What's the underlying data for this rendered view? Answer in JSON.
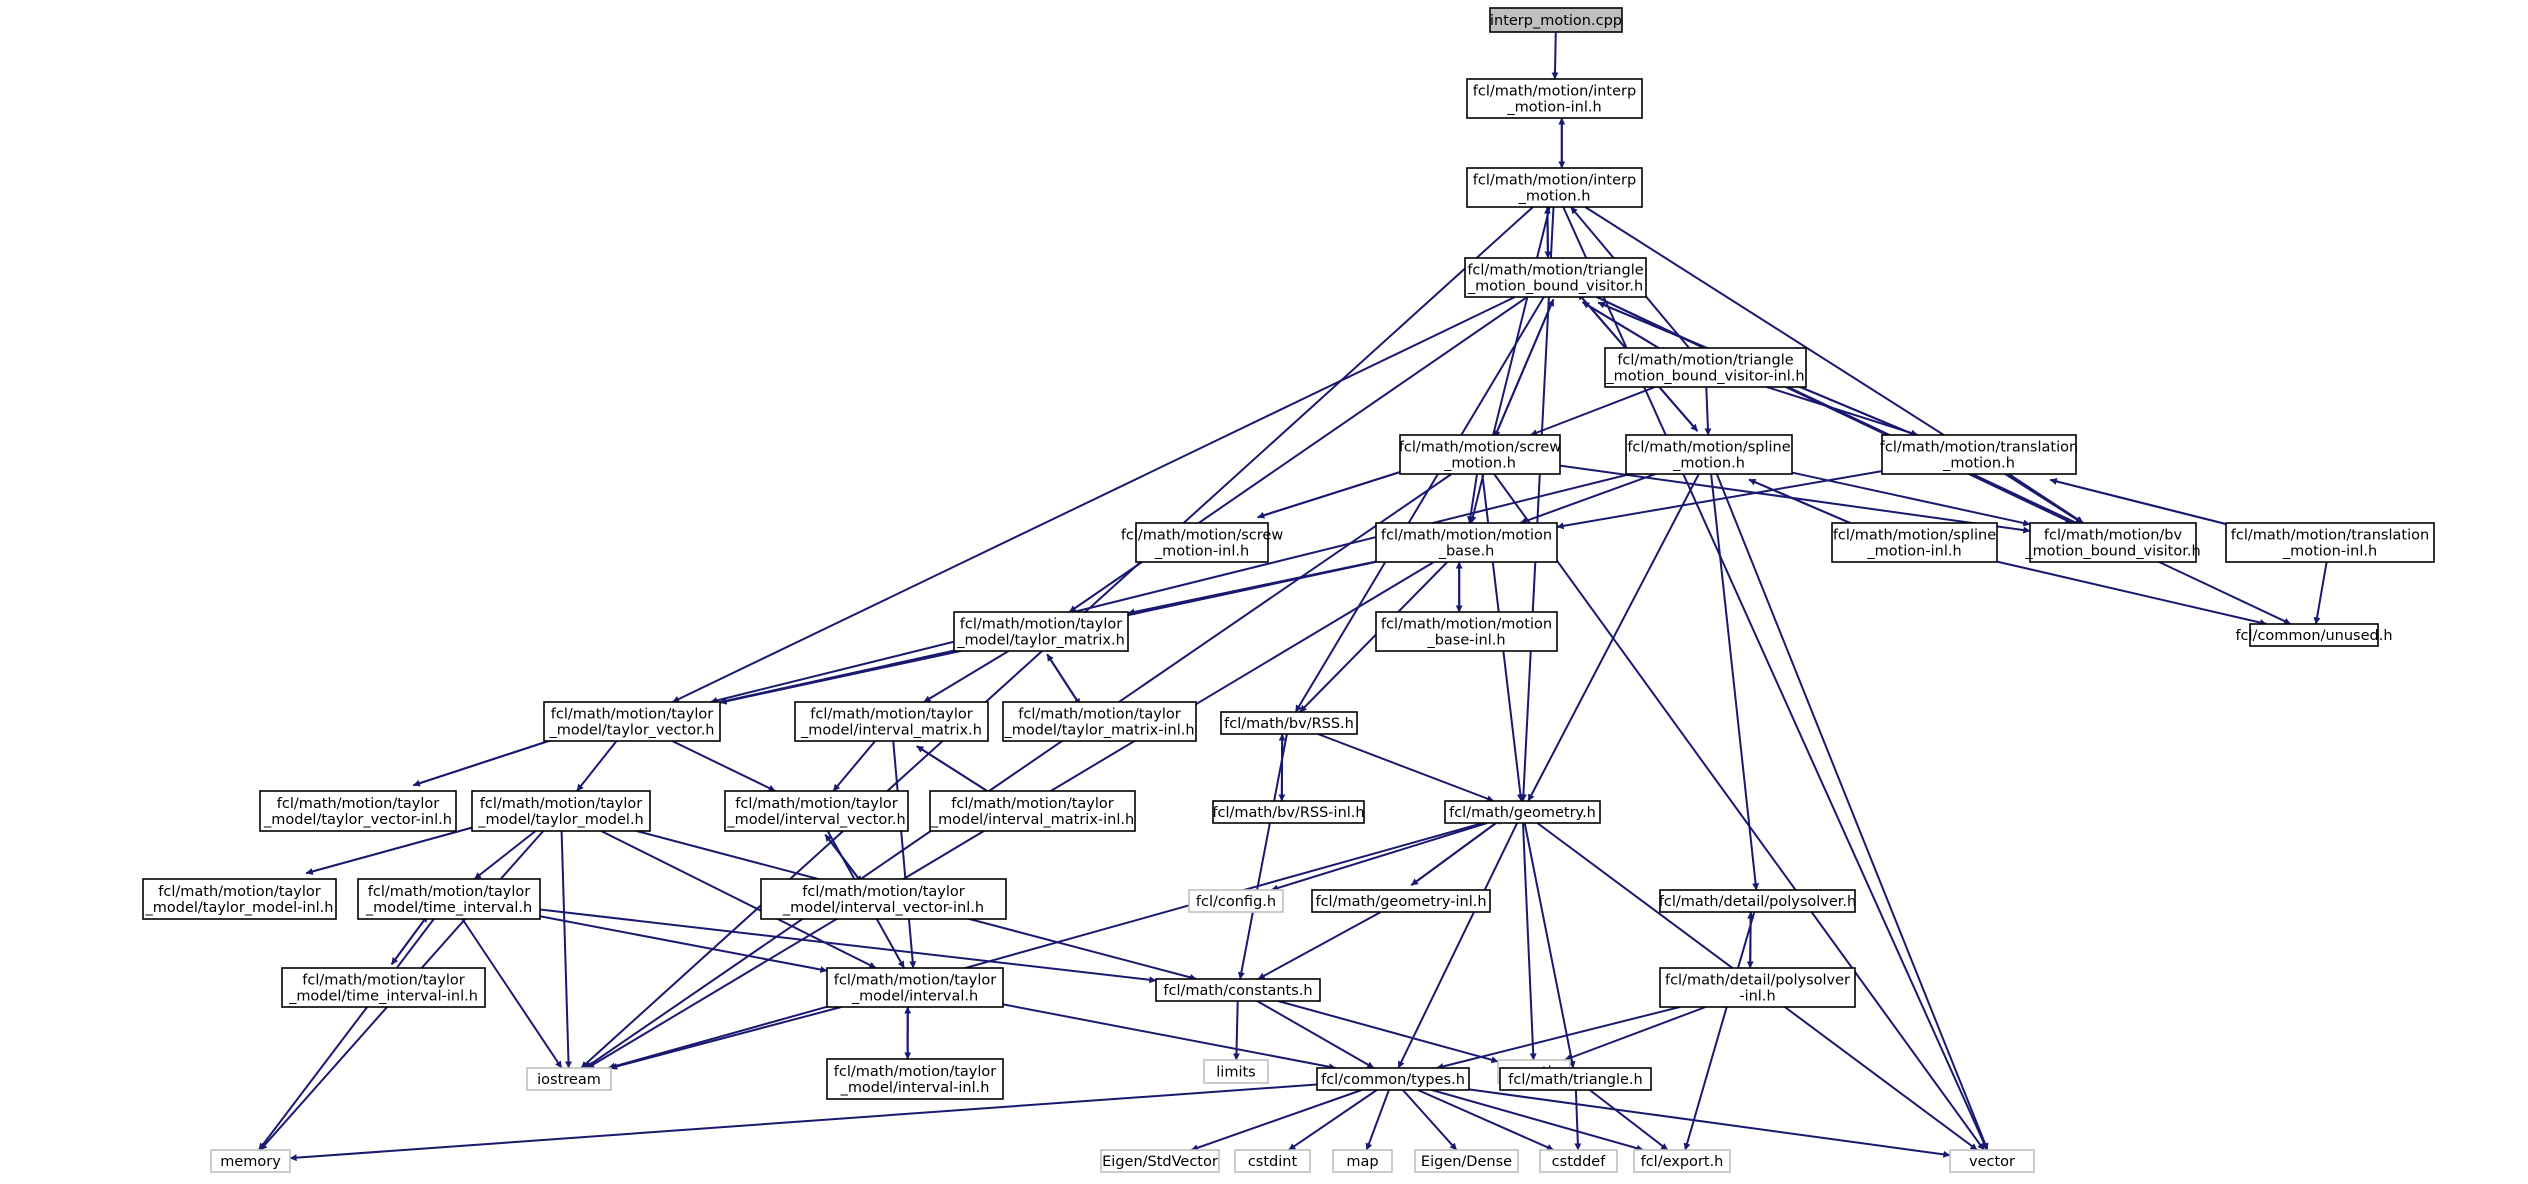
{
  "graph": {
    "colors": {
      "edge": "#191970",
      "root_fill": "#bfbfbf",
      "node_border": "#000000",
      "external_border": "#bfbfbf"
    },
    "nodes": [
      {
        "id": "root",
        "lines": [
          "interp_motion.cpp"
        ],
        "kind": "root"
      },
      {
        "id": "interp_inl",
        "lines": [
          "fcl/math/motion/interp",
          "_motion-inl.h"
        ]
      },
      {
        "id": "interp_h",
        "lines": [
          "fcl/math/motion/interp",
          "_motion.h"
        ]
      },
      {
        "id": "tmbv_h",
        "lines": [
          "fcl/math/motion/triangle",
          "_motion_bound_visitor.h"
        ]
      },
      {
        "id": "tmbv_inl",
        "lines": [
          "fcl/math/motion/triangle",
          "_motion_bound_visitor-inl.h"
        ]
      },
      {
        "id": "screw_h",
        "lines": [
          "fcl/math/motion/screw",
          "_motion.h"
        ]
      },
      {
        "id": "spline_h",
        "lines": [
          "fcl/math/motion/spline",
          "_motion.h"
        ]
      },
      {
        "id": "trans_h",
        "lines": [
          "fcl/math/motion/translation",
          "_motion.h"
        ]
      },
      {
        "id": "screw_inl",
        "lines": [
          "fcl/math/motion/screw",
          "_motion-inl.h"
        ]
      },
      {
        "id": "mbase_h",
        "lines": [
          "fcl/math/motion/motion",
          "_base.h"
        ]
      },
      {
        "id": "spline_inl",
        "lines": [
          "fcl/math/motion/spline",
          "_motion-inl.h"
        ]
      },
      {
        "id": "bvvis_h",
        "lines": [
          "fcl/math/motion/bv",
          "_motion_bound_visitor.h"
        ]
      },
      {
        "id": "trans_inl",
        "lines": [
          "fcl/math/motion/translation",
          "_motion-inl.h"
        ]
      },
      {
        "id": "mbase_inl",
        "lines": [
          "fcl/math/motion/motion",
          "_base-inl.h"
        ]
      },
      {
        "id": "unused_h",
        "lines": [
          "fcl/common/unused.h"
        ]
      },
      {
        "id": "tmatrix_h",
        "lines": [
          "fcl/math/motion/taylor",
          "_model/taylor_matrix.h"
        ]
      },
      {
        "id": "tvector_h",
        "lines": [
          "fcl/math/motion/taylor",
          "_model/taylor_vector.h"
        ]
      },
      {
        "id": "imatrix_h",
        "lines": [
          "fcl/math/motion/taylor",
          "_model/interval_matrix.h"
        ]
      },
      {
        "id": "tmatrix_inl",
        "lines": [
          "fcl/math/motion/taylor",
          "_model/taylor_matrix-inl.h"
        ]
      },
      {
        "id": "rss_h",
        "lines": [
          "fcl/math/bv/RSS.h"
        ]
      },
      {
        "id": "tvector_inl",
        "lines": [
          "fcl/math/motion/taylor",
          "_model/taylor_vector-inl.h"
        ]
      },
      {
        "id": "tmodel_h",
        "lines": [
          "fcl/math/motion/taylor",
          "_model/taylor_model.h"
        ]
      },
      {
        "id": "ivector_h",
        "lines": [
          "fcl/math/motion/taylor",
          "_model/interval_vector.h"
        ]
      },
      {
        "id": "imatrix_inl",
        "lines": [
          "fcl/math/motion/taylor",
          "_model/interval_matrix-inl.h"
        ]
      },
      {
        "id": "rss_inl",
        "lines": [
          "fcl/math/bv/RSS-inl.h"
        ]
      },
      {
        "id": "geometry_h",
        "lines": [
          "fcl/math/geometry.h"
        ]
      },
      {
        "id": "tmodel_inl",
        "lines": [
          "fcl/math/motion/taylor",
          "_model/taylor_model-inl.h"
        ]
      },
      {
        "id": "tinterval_h",
        "lines": [
          "fcl/math/motion/taylor",
          "_model/time_interval.h"
        ]
      },
      {
        "id": "ivector_inl",
        "lines": [
          "fcl/math/motion/taylor",
          "_model/interval_vector-inl.h"
        ]
      },
      {
        "id": "config_h",
        "lines": [
          "fcl/config.h"
        ],
        "kind": "ext"
      },
      {
        "id": "geometry_inl",
        "lines": [
          "fcl/math/geometry-inl.h"
        ]
      },
      {
        "id": "polysolver_h",
        "lines": [
          "fcl/math/detail/polysolver.h"
        ]
      },
      {
        "id": "tinterval_inl",
        "lines": [
          "fcl/math/motion/taylor",
          "_model/time_interval-inl.h"
        ]
      },
      {
        "id": "interval_h",
        "lines": [
          "fcl/math/motion/taylor",
          "_model/interval.h"
        ]
      },
      {
        "id": "constants_h",
        "lines": [
          "fcl/math/constants.h"
        ]
      },
      {
        "id": "polysolver_inl",
        "lines": [
          "fcl/math/detail/polysolver",
          "-inl.h"
        ]
      },
      {
        "id": "iostream",
        "lines": [
          "iostream"
        ],
        "kind": "ext"
      },
      {
        "id": "limits",
        "lines": [
          "limits"
        ],
        "kind": "ext"
      },
      {
        "id": "cmath",
        "lines": [
          "cmath"
        ],
        "kind": "ext"
      },
      {
        "id": "interval_inl",
        "lines": [
          "fcl/math/motion/taylor",
          "_model/interval-inl.h"
        ]
      },
      {
        "id": "types_h",
        "lines": [
          "fcl/common/types.h"
        ]
      },
      {
        "id": "triangle_h",
        "lines": [
          "fcl/math/triangle.h"
        ]
      },
      {
        "id": "memory",
        "lines": [
          "memory"
        ],
        "kind": "ext"
      },
      {
        "id": "eigen_stdvector",
        "lines": [
          "Eigen/StdVector"
        ],
        "kind": "ext"
      },
      {
        "id": "cstdint",
        "lines": [
          "cstdint"
        ],
        "kind": "ext"
      },
      {
        "id": "map",
        "lines": [
          "map"
        ],
        "kind": "ext"
      },
      {
        "id": "eigen_dense",
        "lines": [
          "Eigen/Dense"
        ],
        "kind": "ext"
      },
      {
        "id": "cstddef",
        "lines": [
          "cstddef"
        ],
        "kind": "ext"
      },
      {
        "id": "export_h",
        "lines": [
          "fcl/export.h"
        ],
        "kind": "ext"
      },
      {
        "id": "vector",
        "lines": [
          "vector"
        ],
        "kind": "ext"
      }
    ],
    "edges": [
      [
        "root",
        "interp_inl"
      ],
      [
        "interp_inl",
        "interp_h"
      ],
      [
        "interp_h",
        "interp_inl"
      ],
      [
        "interp_h",
        "tmbv_h"
      ],
      [
        "tmbv_h",
        "interp_h"
      ],
      [
        "interp_h",
        "iostream"
      ],
      [
        "interp_h",
        "vector"
      ],
      [
        "interp_h",
        "geometry_h"
      ],
      [
        "interp_h",
        "mbase_h"
      ],
      [
        "interp_h",
        "bvvis_h"
      ],
      [
        "tmbv_h",
        "tmbv_inl"
      ],
      [
        "tmbv_inl",
        "tmbv_h"
      ],
      [
        "tmbv_h",
        "screw_h"
      ],
      [
        "screw_h",
        "tmbv_h"
      ],
      [
        "tmbv_h",
        "spline_h"
      ],
      [
        "spline_h",
        "tmbv_h"
      ],
      [
        "tmbv_h",
        "trans_h"
      ],
      [
        "trans_h",
        "tmbv_h"
      ],
      [
        "tmbv_h",
        "bvvis_h"
      ],
      [
        "tmbv_h",
        "unused_h"
      ],
      [
        "tmbv_h",
        "tvector_h"
      ],
      [
        "tmbv_h",
        "tmatrix_h"
      ],
      [
        "tmbv_h",
        "rss_h"
      ],
      [
        "tmbv_inl",
        "interp_h"
      ],
      [
        "tmbv_inl",
        "screw_h"
      ],
      [
        "tmbv_inl",
        "spline_h"
      ],
      [
        "tmbv_inl",
        "trans_h"
      ],
      [
        "screw_h",
        "screw_inl"
      ],
      [
        "screw_inl",
        "screw_h"
      ],
      [
        "screw_h",
        "mbase_h"
      ],
      [
        "screw_h",
        "bvvis_h"
      ],
      [
        "screw_h",
        "geometry_h"
      ],
      [
        "screw_h",
        "iostream"
      ],
      [
        "screw_h",
        "vector"
      ],
      [
        "spline_h",
        "spline_inl"
      ],
      [
        "spline_inl",
        "spline_h"
      ],
      [
        "spline_h",
        "mbase_h"
      ],
      [
        "spline_h",
        "bvvis_h"
      ],
      [
        "spline_h",
        "geometry_h"
      ],
      [
        "spline_h",
        "polysolver_h"
      ],
      [
        "spline_h",
        "vector"
      ],
      [
        "spline_h",
        "tvector_h"
      ],
      [
        "trans_h",
        "trans_inl"
      ],
      [
        "trans_inl",
        "trans_h"
      ],
      [
        "trans_h",
        "mbase_h"
      ],
      [
        "trans_h",
        "bvvis_h"
      ],
      [
        "trans_inl",
        "unused_h"
      ],
      [
        "spline_inl",
        "unused_h"
      ],
      [
        "mbase_h",
        "mbase_inl"
      ],
      [
        "mbase_inl",
        "mbase_h"
      ],
      [
        "mbase_h",
        "tmatrix_h"
      ],
      [
        "mbase_h",
        "rss_h"
      ],
      [
        "mbase_h",
        "iostream"
      ],
      [
        "mbase_h",
        "tvector_h"
      ],
      [
        "tmatrix_h",
        "tmatrix_inl"
      ],
      [
        "tmatrix_inl",
        "tmatrix_h"
      ],
      [
        "tmatrix_h",
        "tvector_h"
      ],
      [
        "tmatrix_h",
        "imatrix_h"
      ],
      [
        "tvector_h",
        "tvector_inl"
      ],
      [
        "tvector_inl",
        "tvector_h"
      ],
      [
        "tvector_h",
        "tmodel_h"
      ],
      [
        "tvector_h",
        "ivector_h"
      ],
      [
        "imatrix_h",
        "imatrix_inl"
      ],
      [
        "imatrix_inl",
        "imatrix_h"
      ],
      [
        "imatrix_h",
        "ivector_h"
      ],
      [
        "imatrix_h",
        "interval_h"
      ],
      [
        "ivector_h",
        "ivector_inl"
      ],
      [
        "ivector_inl",
        "ivector_h"
      ],
      [
        "ivector_h",
        "interval_h"
      ],
      [
        "tmodel_h",
        "tmodel_inl"
      ],
      [
        "tmodel_inl",
        "tmodel_h"
      ],
      [
        "tmodel_h",
        "tinterval_h"
      ],
      [
        "tmodel_h",
        "interval_h"
      ],
      [
        "tmodel_h",
        "constants_h"
      ],
      [
        "tmodel_h",
        "iostream"
      ],
      [
        "tmodel_h",
        "memory"
      ],
      [
        "tinterval_h",
        "tinterval_inl"
      ],
      [
        "tinterval_inl",
        "tinterval_h"
      ],
      [
        "tinterval_h",
        "interval_h"
      ],
      [
        "tinterval_h",
        "constants_h"
      ],
      [
        "tinterval_h",
        "iostream"
      ],
      [
        "tinterval_h",
        "memory"
      ],
      [
        "interval_h",
        "interval_inl"
      ],
      [
        "interval_inl",
        "interval_h"
      ],
      [
        "interval_h",
        "types_h"
      ],
      [
        "interval_h",
        "iostream"
      ],
      [
        "rss_h",
        "rss_inl"
      ],
      [
        "rss_inl",
        "rss_h"
      ],
      [
        "rss_h",
        "geometry_h"
      ],
      [
        "rss_h",
        "constants_h"
      ],
      [
        "geometry_h",
        "geometry_inl"
      ],
      [
        "geometry_inl",
        "geometry_h"
      ],
      [
        "geometry_h",
        "config_h"
      ],
      [
        "geometry_h",
        "types_h"
      ],
      [
        "geometry_h",
        "triangle_h"
      ],
      [
        "geometry_h",
        "cmath"
      ],
      [
        "geometry_h",
        "vector"
      ],
      [
        "geometry_h",
        "iostream"
      ],
      [
        "geometry_inl",
        "constants_h"
      ],
      [
        "constants_h",
        "limits"
      ],
      [
        "constants_h",
        "types_h"
      ],
      [
        "constants_h",
        "cmath"
      ],
      [
        "polysolver_h",
        "polysolver_inl"
      ],
      [
        "polysolver_inl",
        "polysolver_h"
      ],
      [
        "polysolver_h",
        "export_h"
      ],
      [
        "polysolver_inl",
        "types_h"
      ],
      [
        "polysolver_inl",
        "cmath"
      ],
      [
        "triangle_h",
        "cstddef"
      ],
      [
        "triangle_h",
        "export_h"
      ],
      [
        "types_h",
        "memory"
      ],
      [
        "types_h",
        "eigen_stdvector"
      ],
      [
        "types_h",
        "cstdint"
      ],
      [
        "types_h",
        "map"
      ],
      [
        "types_h",
        "eigen_dense"
      ],
      [
        "types_h",
        "cstddef"
      ],
      [
        "types_h",
        "export_h"
      ],
      [
        "types_h",
        "vector"
      ]
    ]
  }
}
